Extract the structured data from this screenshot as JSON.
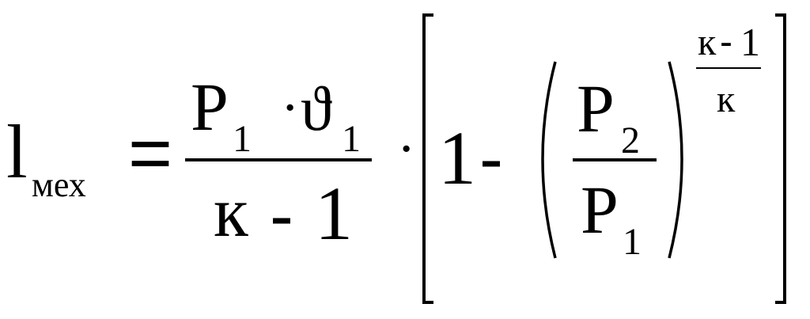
{
  "formula": {
    "lhs": {
      "main": "l",
      "sub": "мех"
    },
    "equals": "=",
    "frac1": {
      "num": {
        "p": "P",
        "p_sub": "1",
        "dot": "·",
        "theta": "ϑ",
        "theta_sub": "1"
      },
      "den": {
        "k": "к",
        "minus": "-",
        "one": "1"
      }
    },
    "mul_dot": "·",
    "bracket_body": {
      "one": "1",
      "minus": "-",
      "ratio": {
        "num": {
          "p": "P",
          "sub": "2"
        },
        "den": {
          "p": "P",
          "sub": "1"
        }
      },
      "exponent": {
        "num": {
          "k": "к",
          "minus": "-",
          "one": "1"
        },
        "den": "к"
      }
    }
  }
}
